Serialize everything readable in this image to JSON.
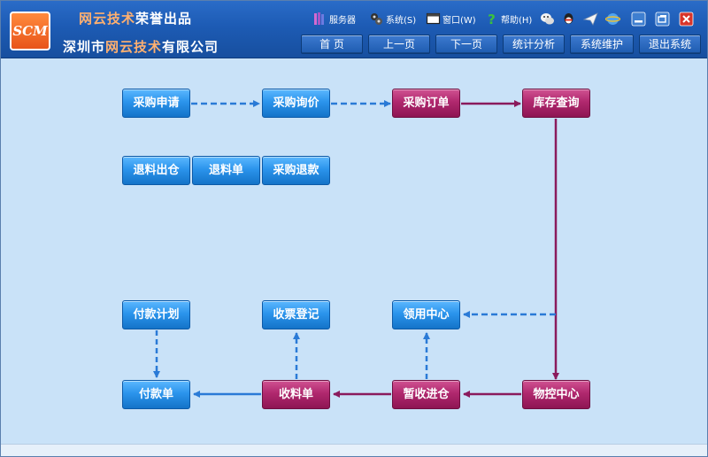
{
  "brand": {
    "logo_text": "SCM",
    "slogan_highlight": "网云技术",
    "slogan_rest": "荣誉出品",
    "company_prefix": "深圳市",
    "company_highlight": "网云技术",
    "company_suffix": "有限公司"
  },
  "toolbar": {
    "items": [
      {
        "label": "服务器",
        "icon": "server-icon"
      },
      {
        "label": "系统(S)",
        "icon": "system-icon"
      },
      {
        "label": "窗口(W)",
        "icon": "window-icon"
      },
      {
        "label": "帮助(H)",
        "icon": "help-icon"
      },
      {
        "label": "",
        "icon": "wechat-icon"
      },
      {
        "label": "",
        "icon": "qq-icon"
      },
      {
        "label": "",
        "icon": "send-icon"
      },
      {
        "label": "",
        "icon": "internet-icon"
      },
      {
        "label": "",
        "icon": "minimize-icon"
      },
      {
        "label": "",
        "icon": "restore-icon"
      },
      {
        "label": "",
        "icon": "close-icon"
      }
    ]
  },
  "nav": {
    "buttons": [
      "首 页",
      "上一页",
      "下一页",
      "统计分析",
      "系统维护",
      "退出系统"
    ]
  },
  "flow": {
    "nodes": {
      "purchase_request": "采购申请",
      "purchase_inquiry": "采购询价",
      "purchase_order": "采购订单",
      "inventory_query": "库存查询",
      "return_out": "退料出仓",
      "return_slip": "退料单",
      "purchase_return": "采购退款",
      "payment_plan": "付款计划",
      "invoice_register": "收票登记",
      "requisition_center": "领用中心",
      "payment_slip": "付款单",
      "receipt_slip": "收料单",
      "temp_receive": "暂收进仓",
      "material_control": "物控中心"
    }
  },
  "colors": {
    "header": "#1d5bb4",
    "canvas": "#c9e2f8",
    "node_blue": "#2b94ec",
    "node_pink": "#b0286e",
    "arrow_blue": "#2a7ad6",
    "arrow_purple": "#8a1a5c"
  }
}
